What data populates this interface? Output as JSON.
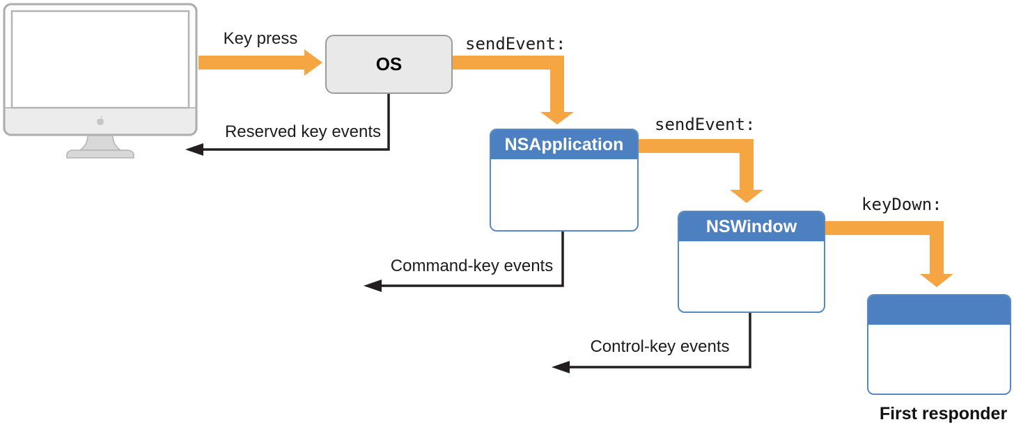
{
  "colors": {
    "arrow_orange": "#F5A642",
    "box_header_blue": "#4C80C1",
    "box_border_blue": "#5588C6",
    "os_box_fill": "#E9E9E9",
    "os_box_border": "#9B9B9B",
    "connector_black": "#231F20"
  },
  "nodes": {
    "os": {
      "title": "OS"
    },
    "nsapplication": {
      "title": "NSApplication"
    },
    "nswindow": {
      "title": "NSWindow"
    },
    "first_responder": {
      "caption": "First responder"
    }
  },
  "edges": {
    "key_press": {
      "label": "Key press"
    },
    "send_event_app": {
      "label": "sendEvent:"
    },
    "send_event_window": {
      "label": "sendEvent:"
    },
    "key_down": {
      "label": "keyDown:"
    },
    "reserved_key_events": {
      "label": "Reserved key events"
    },
    "command_key_events": {
      "label": "Command-key events"
    },
    "control_key_events": {
      "label": "Control-key events"
    }
  }
}
